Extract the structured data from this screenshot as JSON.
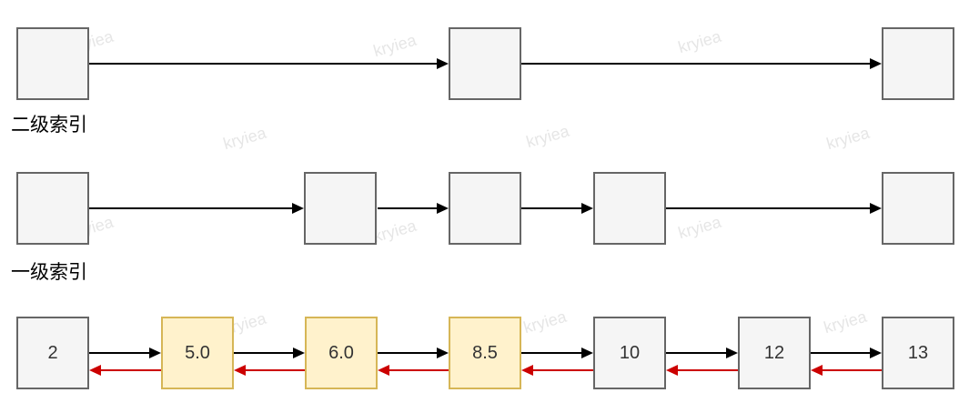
{
  "watermark": {
    "text": "kryiea"
  },
  "skiplist": {
    "level2": {
      "label": "二级索引",
      "node_count": 3
    },
    "level1": {
      "label": "一级索引",
      "node_count": 5
    },
    "data_level": {
      "nodes": [
        {
          "value": "2",
          "highlighted": false
        },
        {
          "value": "5.0",
          "highlighted": true
        },
        {
          "value": "6.0",
          "highlighted": true
        },
        {
          "value": "8.5",
          "highlighted": true
        },
        {
          "value": "10",
          "highlighted": false
        },
        {
          "value": "12",
          "highlighted": false
        },
        {
          "value": "13",
          "highlighted": false
        }
      ]
    }
  },
  "colors": {
    "node_fill": "#f5f5f5",
    "node_border": "#666666",
    "highlight_fill": "#fff2cc",
    "highlight_border": "#d6b656",
    "forward_arrow": "#000000",
    "backward_arrow": "#cc0000",
    "watermark": "#e6e6e6"
  }
}
